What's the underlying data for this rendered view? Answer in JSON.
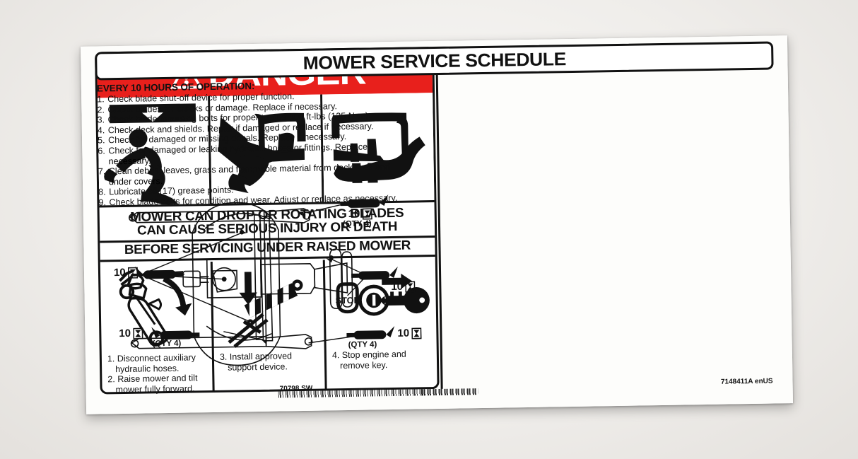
{
  "decal": {
    "part_number_left": "70798 SW",
    "part_number_right": "7148411A enUS",
    "colors": {
      "danger_red": "#e8201c",
      "ink": "#111111",
      "paper": "#ffffff"
    }
  },
  "danger": {
    "header_label": "DANGER",
    "alert_icon": "warning-triangle-icon",
    "hazard_pictograms": [
      {
        "name": "mower-deck-drop-crush-icon",
        "meaning": "Mower deck can drop and crush person beneath"
      },
      {
        "name": "rotating-blade-foot-cut-icon",
        "meaning": "Rotating blade can sever foot"
      },
      {
        "name": "rotating-blade-hand-cut-icon",
        "meaning": "Rotating blade can sever fingers"
      }
    ],
    "warning_line_1": "MOWER CAN DROP OR ROTATING BLADES",
    "warning_line_2": "CAN CAUSE SERIOUS INJURY OR DEATH",
    "servicing_header": "BEFORE SERVICING UNDER RAISED MOWER",
    "service_pictograms": [
      {
        "name": "hydraulic-cylinder-tilt-icon",
        "meaning": "Disconnect hoses and tilt mower forward"
      },
      {
        "name": "support-device-icon",
        "meaning": "Install approved support device"
      },
      {
        "name": "stop-engine-remove-key-icon",
        "meaning": "Stop engine and remove key"
      }
    ],
    "captions": [
      {
        "lines": [
          "1. Disconnect auxiliary",
          "hydraulic hoses.",
          "2. Raise mower and tilt",
          "mower fully forward."
        ]
      },
      {
        "lines": [
          "3. Install approved",
          "support device."
        ]
      },
      {
        "lines": [
          "4. Stop engine and",
          "remove key."
        ]
      }
    ]
  },
  "schedule": {
    "title": "MOWER SERVICE SCHEDULE",
    "interval_header": "EVERY 10 HOURS OF OPERATION:",
    "items": [
      {
        "num": "1.",
        "text": "Check blade shut-off device for proper function.",
        "cont": ""
      },
      {
        "num": "2.",
        "text": "Check blades for cracks or damage. Replace if necessary.",
        "cont": ""
      },
      {
        "num": "3.",
        "text": "Check blade mounting bolts for proper torque 100 ft-lbs (135  N•m).",
        "cont": ""
      },
      {
        "num": "4.",
        "text": "Check deck and shields. Repair if damaged or replace if necessary.",
        "cont": ""
      },
      {
        "num": "5.",
        "text": "Check for damaged or missing decals. Replace if necessary.",
        "cont": ""
      },
      {
        "num": "6.",
        "text": "Check for damaged or leaking hydraulic hoses or fittings. Replace if",
        "cont": "necessary."
      },
      {
        "num": "7.",
        "text": "Clean debris, leaves, grass and flammable material from deck area and",
        "cont": "under covers."
      },
      {
        "num": "8.",
        "text": "Lubricate all (17) grease points.",
        "cont": ""
      },
      {
        "num": "9.",
        "text": "Check blade belts for condition and wear. Adjust or replace as necessary.",
        "cont": ""
      }
    ]
  },
  "lube_diagram": {
    "diagram_icon": "mower-deck-top-view-diagram",
    "grease_gun_icon": "grease-gun-icon",
    "hourglass_icon": "hourglass-interval-icon",
    "callouts": [
      {
        "id": "top-right",
        "interval": "10",
        "qty": "(QTY 4)"
      },
      {
        "id": "left-upper",
        "interval": "10",
        "qty": ""
      },
      {
        "id": "right-middle",
        "interval": "10",
        "qty": ""
      },
      {
        "id": "left-lower",
        "interval": "10",
        "qty": "(QTY 4)"
      },
      {
        "id": "bottom-right",
        "interval": "10",
        "qty": "(QTY 4)"
      }
    ]
  }
}
